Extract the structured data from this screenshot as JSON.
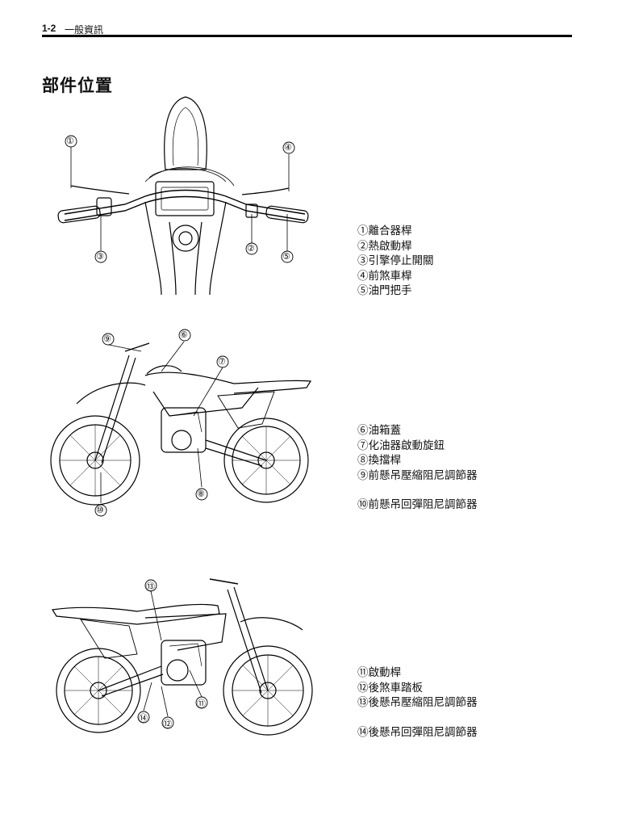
{
  "header": {
    "page_number": "1-2",
    "section": "一般資訊"
  },
  "page_title": "部件位置",
  "figures": [
    {
      "callouts": [
        "①",
        "④",
        "③",
        "②",
        "⑤"
      ]
    },
    {
      "callouts": [
        "⑨",
        "⑥",
        "⑦",
        "⑧",
        "⑩"
      ]
    },
    {
      "callouts": [
        "⑬",
        "⑭",
        "⑫",
        "⑪"
      ]
    }
  ],
  "legend_handlebar": [
    "①離合器桿",
    "②熱啟動桿",
    "③引擎停止開關",
    "④前煞車桿",
    "⑤油門把手"
  ],
  "legend_left_side": [
    "⑥油箱蓋",
    "⑦化油器啟動旋鈕",
    "⑧換擋桿",
    "⑨前懸吊壓縮阻尼調節器",
    "⑩前懸吊回彈阻尼調節器"
  ],
  "legend_right_side": [
    "⑪啟動桿",
    "⑫後煞車踏板",
    "⑬後懸吊壓縮阻尼調節器",
    "⑭後懸吊回彈阻尼調節器"
  ]
}
